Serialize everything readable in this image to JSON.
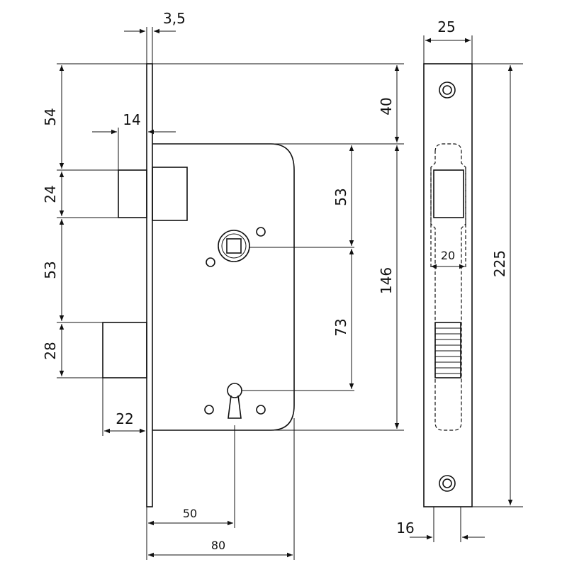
{
  "dimensions": {
    "faceplate_thickness": "3,5",
    "top_to_latch": "54",
    "latch_projection": "14",
    "latch_height": "24",
    "latch_to_bolt": "53",
    "bolt_height": "28",
    "bolt_projection": "22",
    "top_to_body": "40",
    "body_to_spindle": "53",
    "spindle_to_keyhole": "73",
    "body_height": "146",
    "backset_keyhole": "50",
    "body_depth": "80",
    "faceplate_width": "25",
    "latch_opening_width": "20",
    "faceplate_length": "225",
    "screwhole_width": "16"
  }
}
